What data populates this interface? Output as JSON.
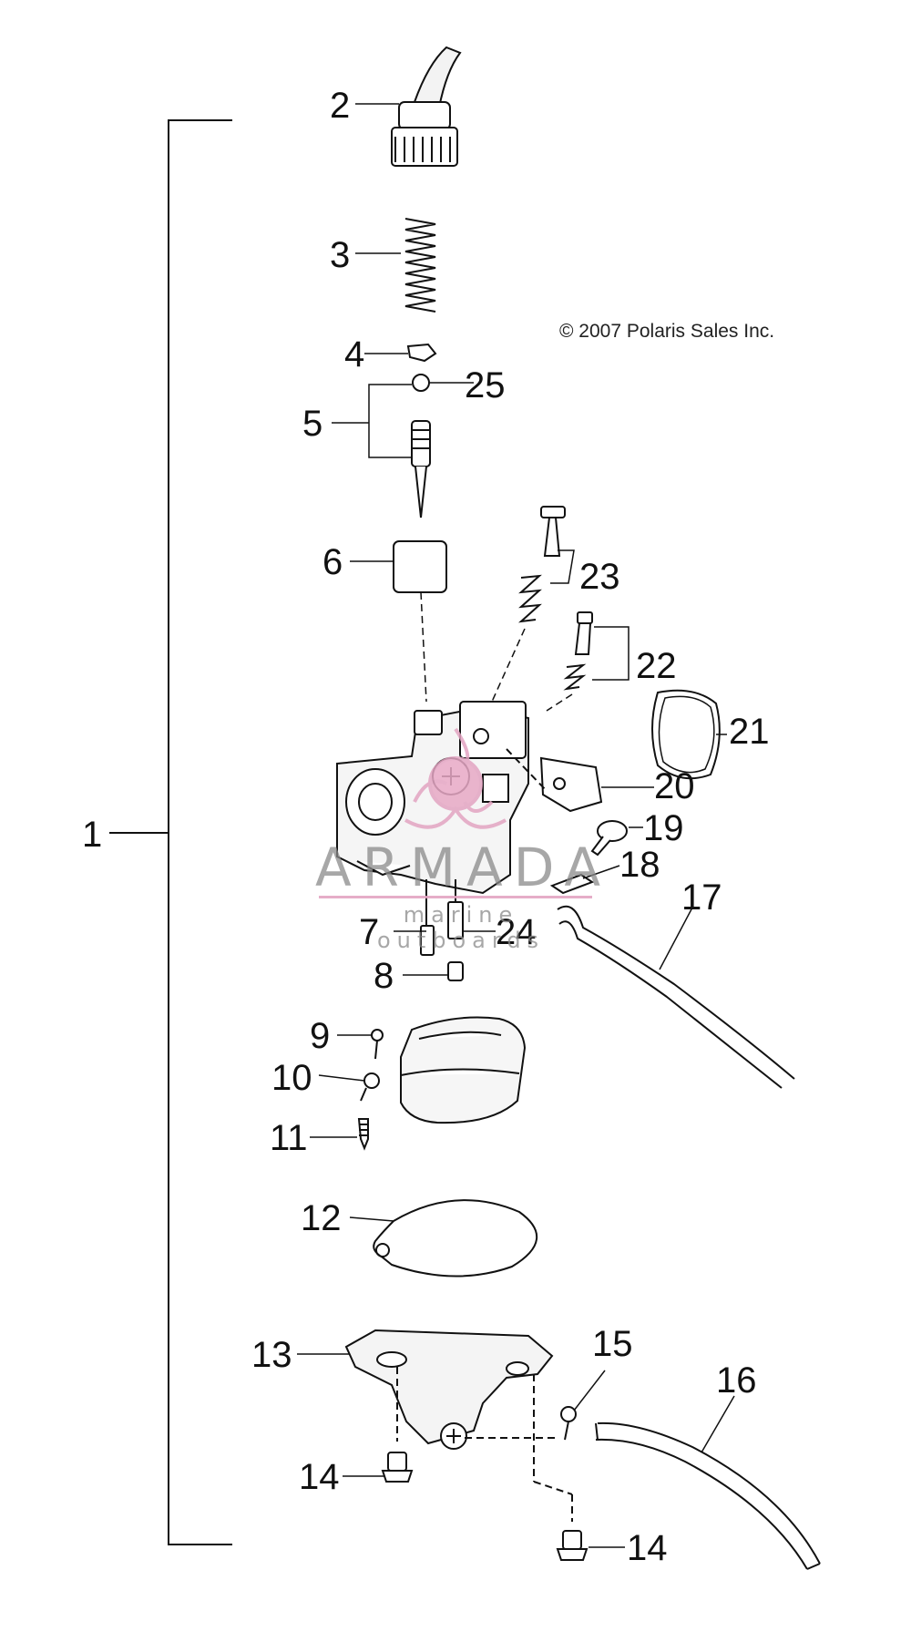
{
  "copyright": "© 2007 Polaris Sales Inc.",
  "watermark": {
    "brand": "ARMADA",
    "tagline": "marine outboards",
    "accent_color": "#d9689c"
  },
  "callouts": {
    "c1": "1",
    "c2": "2",
    "c3": "3",
    "c4": "4",
    "c5": "5",
    "c6": "6",
    "c7": "7",
    "c8": "8",
    "c9": "9",
    "c10": "10",
    "c11": "11",
    "c12": "12",
    "c13": "13",
    "c14a": "14",
    "c14b": "14",
    "c15": "15",
    "c16": "16",
    "c17": "17",
    "c18": "18",
    "c19": "19",
    "c20": "20",
    "c21": "21",
    "c22": "22",
    "c23": "23",
    "c24": "24",
    "c25": "25"
  }
}
